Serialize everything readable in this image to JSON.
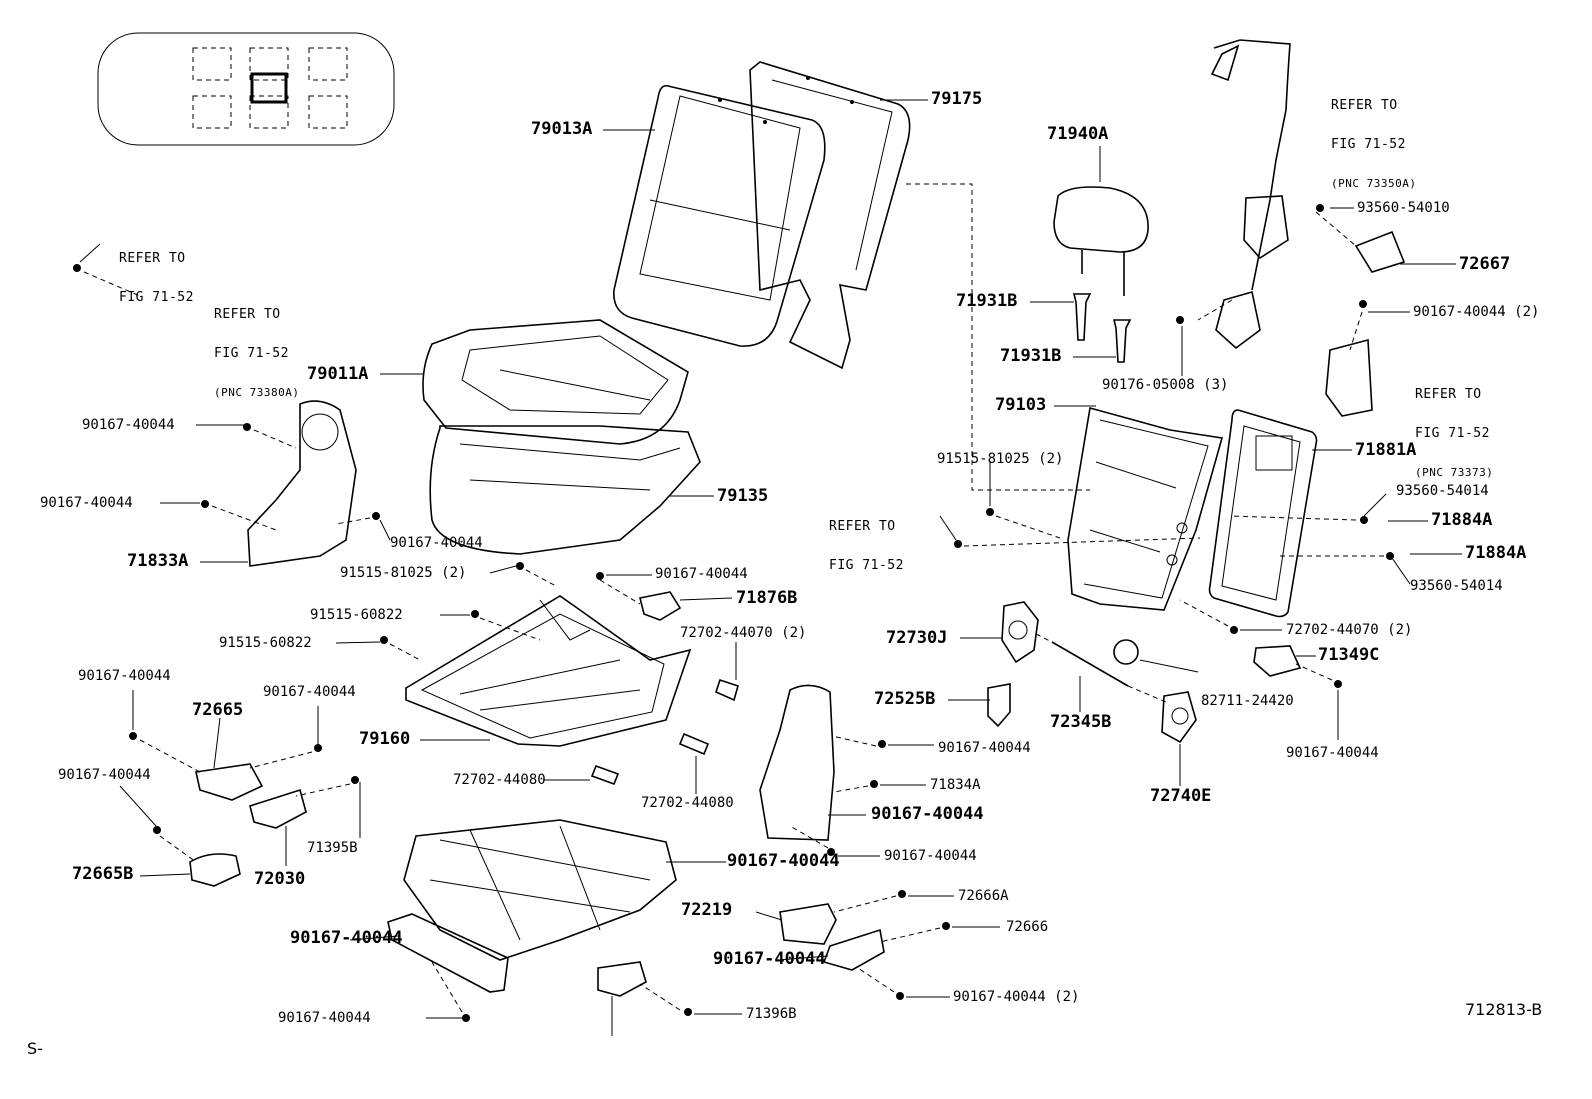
{
  "diagram_id": "712813-B",
  "footer_mark": "S-",
  "refers": [
    {
      "id": "refer-left-1",
      "lines": [
        "REFER TO",
        "FIG 71-52"
      ]
    },
    {
      "id": "refer-left-2",
      "lines": [
        "REFER TO",
        "FIG 71-52",
        "(PNC 73380A)"
      ]
    },
    {
      "id": "refer-top-right",
      "lines": [
        "REFER TO",
        "FIG 71-52",
        "(PNC 73350A)"
      ]
    },
    {
      "id": "refer-mid",
      "lines": [
        "REFER TO",
        "FIG 71-52"
      ]
    },
    {
      "id": "refer-right",
      "lines": [
        "REFER TO",
        "FIG 71-52",
        "(PNC 73373)"
      ]
    }
  ],
  "parts": [
    "79013A",
    "79175",
    "71940A",
    "93560-54010",
    "72667",
    "71931B",
    "71931B",
    "90167-40044 (2)",
    "90176-05008 (3)",
    "79011A",
    "79103",
    "71881A",
    "90167-40044",
    "91515-81025 (2)",
    "93560-54014",
    "90167-40044",
    "79135",
    "71884A",
    "71884A",
    "71833A",
    "90167-40044",
    "93560-54014",
    "91515-81025 (2)",
    "90167-40044",
    "71876B",
    "91515-60822",
    "91515-60822",
    "72702-44070 (2)",
    "72702-44070 (2)",
    "72730J",
    "71349C",
    "90167-40044",
    "90167-40044",
    "72665",
    "72525B",
    "82711-24420",
    "79160",
    "90167-40044",
    "72345B",
    "90167-40044",
    "90167-40044",
    "72702-44080",
    "72702-44080",
    "72740E",
    "71834A",
    "90167-40044",
    "71395B",
    "72665B",
    "72030",
    "90167-40044",
    "90167-40044",
    "72666A",
    "72219",
    "90167-40044",
    "72666",
    "90167-40044",
    "90167-40044 (2)",
    "90167-40044",
    "71396B"
  ]
}
